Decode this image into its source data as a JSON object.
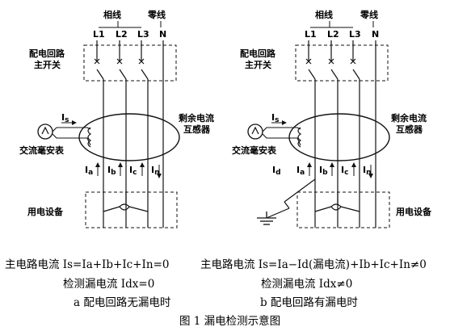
{
  "diagram_a": {
    "phase_label": "相线",
    "neutral_label": "零线",
    "lines": [
      "L1",
      "L2",
      "L3",
      "N"
    ],
    "main_switch": [
      "配电回路",
      "主开关"
    ],
    "rcd": [
      "剩余电流",
      "互感器"
    ],
    "ammeter": "交流毫安表",
    "ammeter_current": "I",
    "ammeter_current_sub": "s",
    "equipment": "用电设备",
    "currents": [
      "I",
      "I",
      "I",
      "I"
    ],
    "current_subs": [
      "a",
      "b",
      "c",
      "n"
    ]
  },
  "diagram_b": {
    "phase_label": "相线",
    "neutral_label": "零线",
    "lines": [
      "L1",
      "L2",
      "L3",
      "N"
    ],
    "main_switch": [
      "配电回路",
      "主开关"
    ],
    "rcd": [
      "剩余电流",
      "互感器"
    ],
    "ammeter": "交流毫安表",
    "ammeter_current": "I",
    "ammeter_current_sub": "s",
    "equipment": "用电设备",
    "currents": [
      "I",
      "I",
      "I",
      "I"
    ],
    "current_subs": [
      "a",
      "b",
      "c",
      "n"
    ],
    "leak_current": "I",
    "leak_current_sub": "d"
  },
  "captions": {
    "formula_a": "主电路电流 Is=Ia+Ib+Ic+In=0",
    "formula_b": "主电路电流 Is=Ia−Id(漏电流)+Ib+Ic+In≠0",
    "detect_a": "检测漏电流 Idx=0",
    "detect_b": "检测漏电流 Idx≠0",
    "sub_a": "a 配电回路无漏电时",
    "sub_b": "b 配电回路有漏电时",
    "figure_title": "图 1 漏电检测示意图"
  }
}
